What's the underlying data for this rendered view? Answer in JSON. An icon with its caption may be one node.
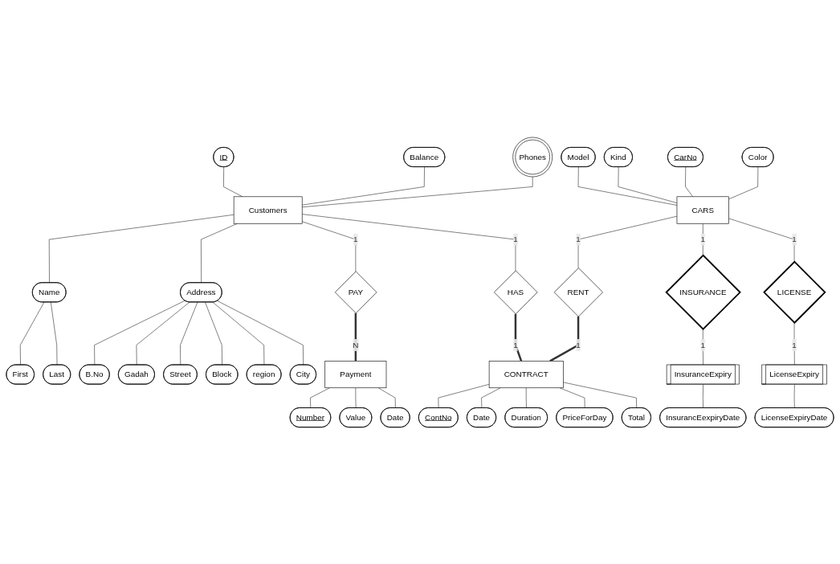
{
  "diagram": {
    "nodes": [
      {
        "text": [
          "Model"
        ]
      },
      {
        "text": [
          "Kind"
        ]
      },
      {
        "text": [
          "ID"
        ]
      },
      {
        "text": [
          "Balance"
        ]
      },
      {
        "text": [
          "Phones"
        ]
      },
      {
        "text": [
          "CarNo"
        ]
      },
      {
        "text": [
          "Color"
        ]
      },
      {
        "text": [
          "CARS"
        ]
      },
      {
        "text": [
          "Customers"
        ]
      },
      {
        "text": [
          "B.No"
        ]
      },
      {
        "text": [
          "Gadah"
        ]
      },
      {
        "text": [
          "Name"
        ]
      },
      {
        "text": [
          "Address"
        ]
      },
      {
        "text": [
          "Street"
        ]
      },
      {
        "text": [
          "PAY"
        ]
      },
      {
        "text": [
          "First"
        ]
      },
      {
        "text": [
          "Last"
        ]
      },
      {
        "text": [
          "City"
        ]
      },
      {
        "text": [
          "region"
        ]
      },
      {
        "text": [
          "Block"
        ]
      },
      {
        "text": [
          "HAS"
        ]
      },
      {
        "text": [
          "ContNo"
        ]
      },
      {
        "text": [
          "Date"
        ]
      },
      {
        "text": [
          "RENT"
        ]
      },
      {
        "text": [
          "Duration"
        ]
      },
      {
        "text": [
          "INSURANCE"
        ]
      },
      {
        "text": [
          "LICENSE"
        ]
      },
      {
        "text": [
          "CONTRACT"
        ]
      },
      {
        "text": [
          "PriceForDay"
        ]
      },
      {
        "text": [
          "Total"
        ]
      },
      {
        "text": [
          "InsuranceExpiry"
        ]
      },
      {
        "text": [
          "LicenseExpiry"
        ]
      },
      {
        "text": [
          "Payment"
        ]
      },
      {
        "text": [
          "InsurancEexpiryDate"
        ]
      },
      {
        "text": [
          "LicenseExpiryDate"
        ]
      },
      {
        "text": [
          "Number"
        ]
      },
      {
        "text": [
          "Value"
        ]
      },
      {
        "text": [
          "Date"
        ]
      }
    ],
    "edges": [
      {
        "from": 0,
        "to": 7,
        "arrow": "none"
      },
      {
        "from": 1,
        "to": 7,
        "arrow": "none"
      },
      {
        "from": 5,
        "to": 7,
        "arrow": "none"
      },
      {
        "from": 6,
        "to": 7,
        "arrow": "none"
      },
      {
        "from": 2,
        "to": 8,
        "arrow": "none"
      },
      {
        "from": 3,
        "to": 8,
        "arrow": "none"
      },
      {
        "from": 4,
        "to": 8,
        "arrow": "none"
      },
      {
        "from": 8,
        "to": 11,
        "arrow": "none"
      },
      {
        "from": 11,
        "to": 15,
        "arrow": "none"
      },
      {
        "from": 11,
        "to": 16,
        "arrow": "none"
      },
      {
        "from": 8,
        "to": 12,
        "arrow": "none"
      },
      {
        "from": 12,
        "to": 9,
        "arrow": "none"
      },
      {
        "from": 12,
        "to": 10,
        "arrow": "none"
      },
      {
        "from": 12,
        "to": 13,
        "arrow": "none"
      },
      {
        "from": 12,
        "to": 19,
        "arrow": "none"
      },
      {
        "from": 12,
        "to": 18,
        "arrow": "none"
      },
      {
        "from": 12,
        "to": 17,
        "arrow": "none"
      },
      {
        "from": 8,
        "to": 14,
        "arrow": "none",
        "label": "1"
      },
      {
        "from": 14,
        "to": 32,
        "arrow": "none",
        "label": "N",
        "style": "thick"
      },
      {
        "from": 8,
        "to": 20,
        "arrow": "none",
        "label": "1"
      },
      {
        "from": 20,
        "to": 27,
        "arrow": "none",
        "label": "1",
        "style": "thick"
      },
      {
        "from": 7,
        "to": 23,
        "arrow": "none",
        "label": "1"
      },
      {
        "from": 23,
        "to": 27,
        "arrow": "none",
        "label": "1",
        "style": "thick"
      },
      {
        "from": 7,
        "to": 25,
        "arrow": "none",
        "label": "1"
      },
      {
        "from": 25,
        "to": 30,
        "arrow": "none",
        "label": "1"
      },
      {
        "from": 7,
        "to": 26,
        "arrow": "none",
        "label": "1"
      },
      {
        "from": 26,
        "to": 31,
        "arrow": "none",
        "label": "1"
      },
      {
        "from": 27,
        "to": 21,
        "arrow": "none"
      },
      {
        "from": 27,
        "to": 22,
        "arrow": "none"
      },
      {
        "from": 27,
        "to": 24,
        "arrow": "none"
      },
      {
        "from": 27,
        "to": 28,
        "arrow": "none"
      },
      {
        "from": 27,
        "to": 29,
        "arrow": "none"
      },
      {
        "from": 30,
        "to": 33,
        "arrow": "none"
      },
      {
        "from": 31,
        "to": 34,
        "arrow": "none"
      },
      {
        "from": 32,
        "to": 35,
        "arrow": "none"
      },
      {
        "from": 32,
        "to": 36,
        "arrow": "none"
      },
      {
        "from": 32,
        "to": 37,
        "arrow": "none"
      }
    ]
  }
}
